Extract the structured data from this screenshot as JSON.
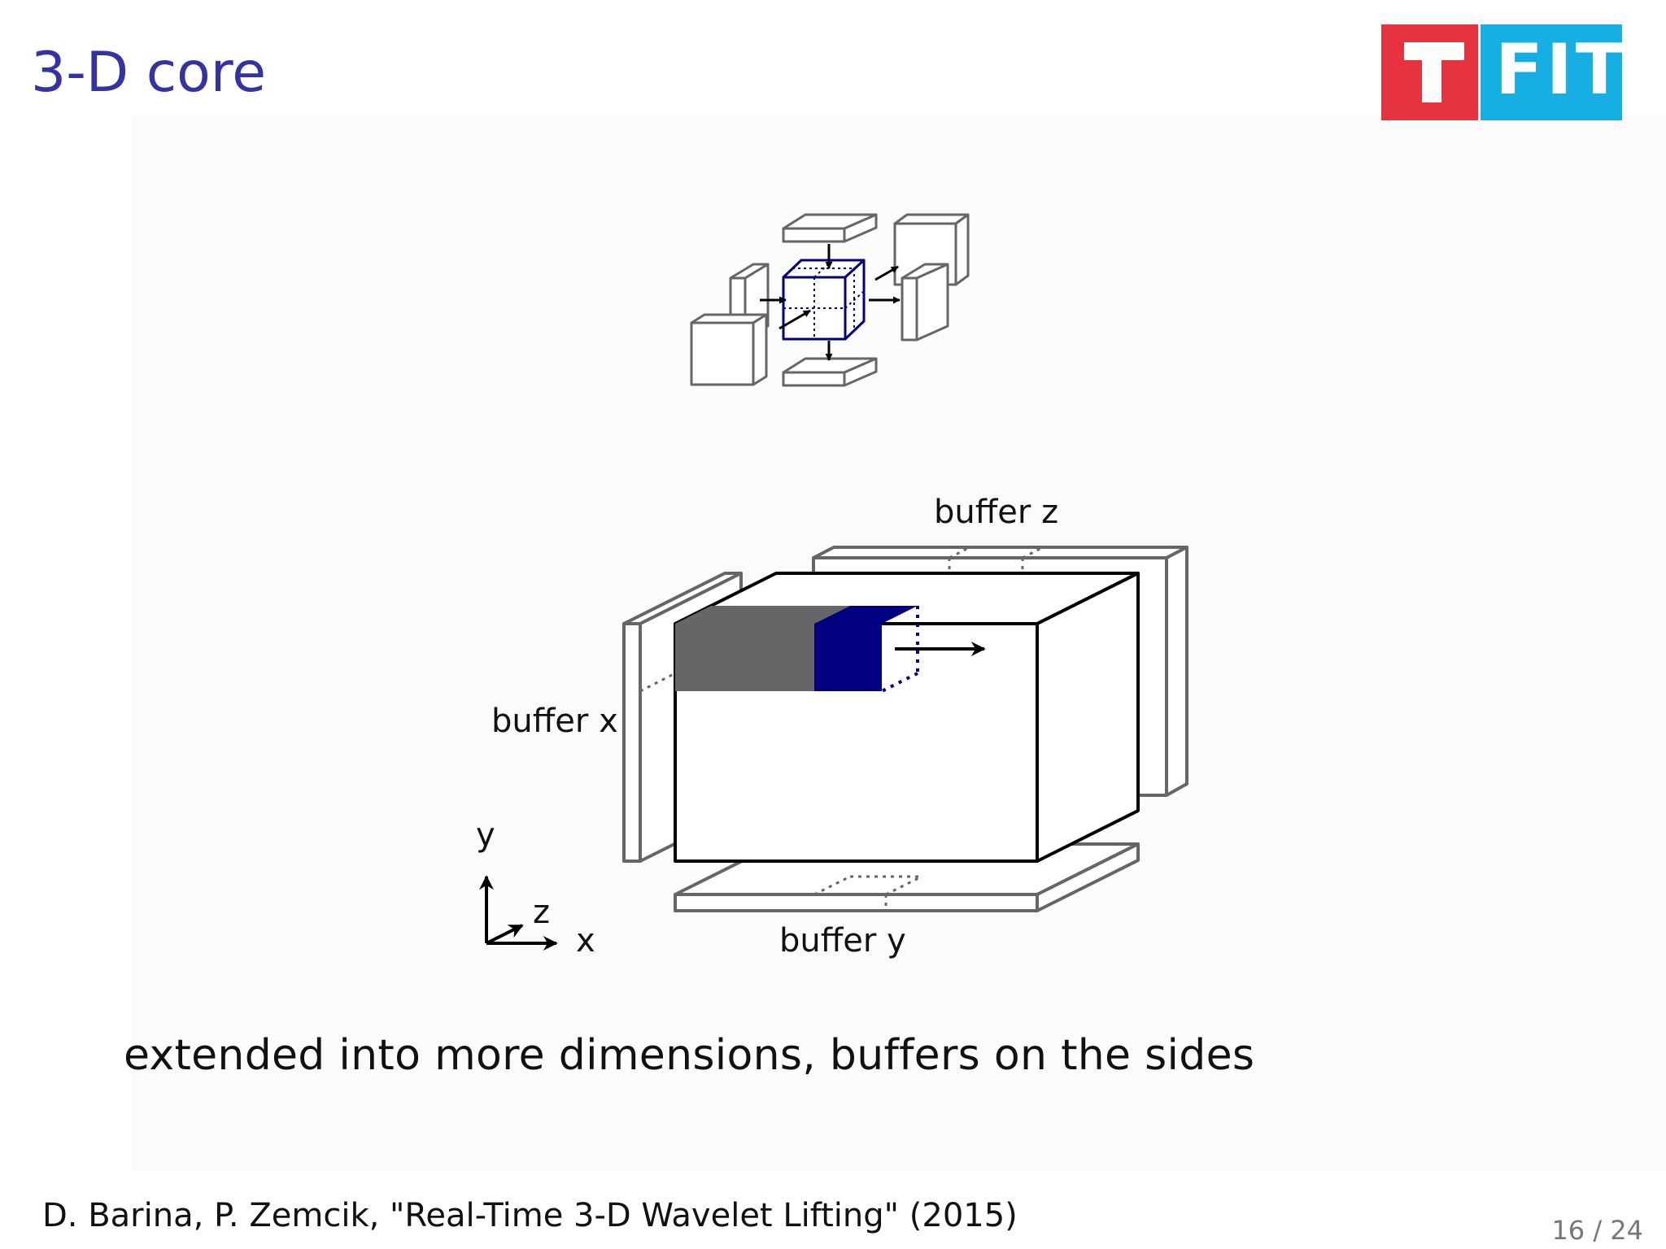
{
  "slide": {
    "title": "3-D core",
    "logo": {
      "letter": "T",
      "text": "FIT",
      "color_left": "#e63340",
      "color_right": "#16aee3"
    },
    "caption": "extended into more dimensions, buffers on the sides",
    "reference": "D. Barina, P. Zemcik, \"Real-Time 3-D Wavelet Lifting\" (2015)",
    "page": "16 / 24"
  },
  "diagram": {
    "labels": {
      "buffer_x": "buffer x",
      "buffer_y": "buffer y",
      "buffer_z": "buffer z",
      "axis_x": "x",
      "axis_y": "y",
      "axis_z": "z"
    },
    "colors": {
      "core": "#000080",
      "processed": "#666668",
      "buffer_outline": "#666666"
    }
  }
}
